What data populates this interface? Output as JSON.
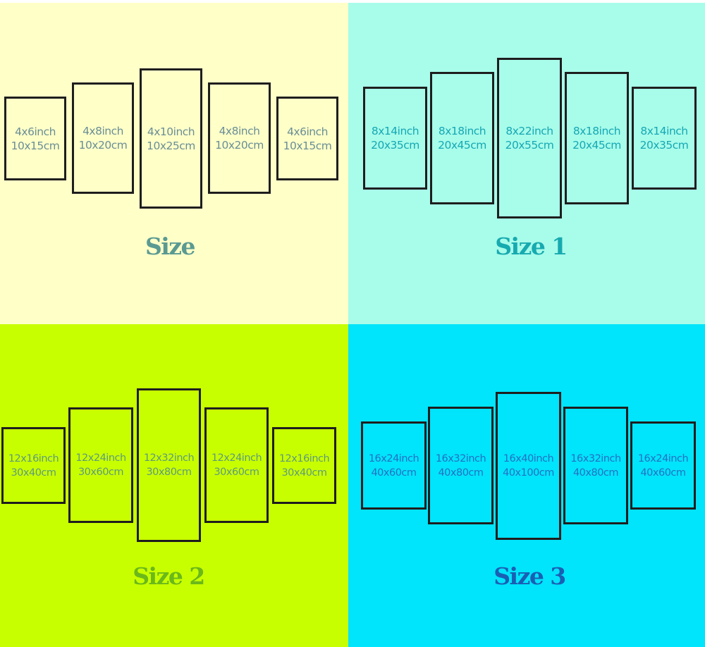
{
  "quadrants": [
    {
      "title": "Size",
      "title_color": "#5a9a92",
      "text_color": "#6a8e96",
      "background": "#ffffc8",
      "panels": [
        {
          "inch": "4x6inch",
          "cm": "10x15cm"
        },
        {
          "inch": "4x8inch",
          "cm": "10x20cm"
        },
        {
          "inch": "4x10inch",
          "cm": "10x25cm"
        },
        {
          "inch": "4x8inch",
          "cm": "10x20cm"
        },
        {
          "inch": "4x6inch",
          "cm": "10x15cm"
        }
      ]
    },
    {
      "title": "Size 1",
      "title_color": "#17aab0",
      "text_color": "#15a8b4",
      "background": "#a8fcea",
      "panels": [
        {
          "inch": "8x14inch",
          "cm": "20x35cm"
        },
        {
          "inch": "8x18inch",
          "cm": "20x45cm"
        },
        {
          "inch": "8x22inch",
          "cm": "20x55cm"
        },
        {
          "inch": "8x18inch",
          "cm": "20x45cm"
        },
        {
          "inch": "8x14inch",
          "cm": "20x35cm"
        }
      ]
    },
    {
      "title": "Size 2",
      "title_color": "#6ab81a",
      "text_color": "#5e9a7c",
      "background": "#c8ff00",
      "panels": [
        {
          "inch": "12x16inch",
          "cm": "30x40cm"
        },
        {
          "inch": "12x24inch",
          "cm": "30x60cm"
        },
        {
          "inch": "12x32inch",
          "cm": "30x80cm"
        },
        {
          "inch": "12x24inch",
          "cm": "30x60cm"
        },
        {
          "inch": "12x16inch",
          "cm": "30x40cm"
        }
      ]
    },
    {
      "title": "Size 3",
      "title_color": "#1a5fb4",
      "text_color": "#2470c2",
      "background": "#00e4fc",
      "panels": [
        {
          "inch": "16x24inch",
          "cm": "40x60cm"
        },
        {
          "inch": "16x32inch",
          "cm": "40x80cm"
        },
        {
          "inch": "16x40inch",
          "cm": "40x100cm"
        },
        {
          "inch": "16x32inch",
          "cm": "40x80cm"
        },
        {
          "inch": "16x24inch",
          "cm": "40x60cm"
        }
      ]
    }
  ]
}
